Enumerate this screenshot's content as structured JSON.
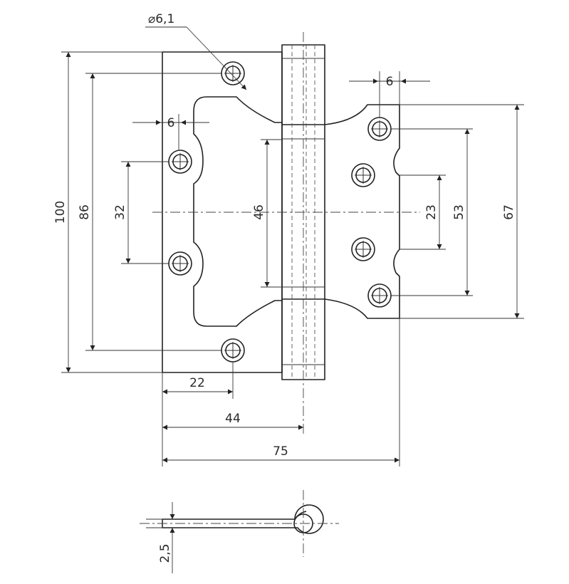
{
  "diagram": {
    "labels": {
      "hole_diameter": "⌀6,1",
      "overall_height": "100",
      "hole_span_left": "86",
      "inner_hole_span_left": "32",
      "knuckle_cut": "46",
      "inner_hole_span_right": "23",
      "hole_span_right": "53",
      "right_leaf_height": "67",
      "left_edge_offset": "6",
      "right_edge_offset": "6",
      "hole_x_offset": "22",
      "pin_axis_offset": "44",
      "overall_width": "75",
      "thickness": "2,5"
    }
  }
}
